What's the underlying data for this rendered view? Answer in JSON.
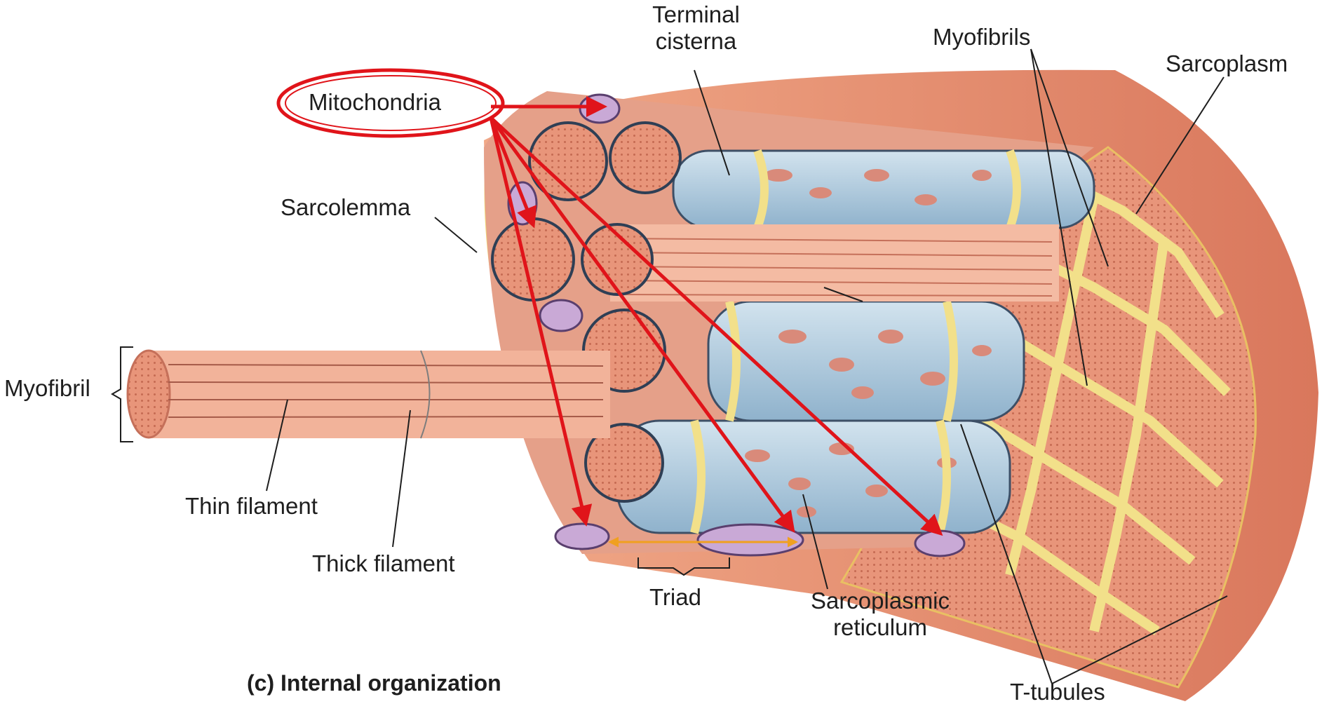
{
  "labels": {
    "terminal_cisterna": [
      "Terminal",
      "cisterna"
    ],
    "myofibrils": "Myofibrils",
    "sarcoplasm": "Sarcoplasm",
    "mitochondria": "Mitochondria",
    "sarcolemma": "Sarcolemma",
    "myofibril": "Myofibril",
    "thin_filament": "Thin filament",
    "thick_filament": "Thick filament",
    "triad": "Triad",
    "sarcoplasmic_reticulum": [
      "Sarcoplasmic",
      "reticulum"
    ],
    "t_tubules": "T-tubules",
    "caption": "(c) Internal organization"
  },
  "colors": {
    "muscle": "#e8957a",
    "muscle_light": "#f4b9a0",
    "reticulum_blue": "#b9d3e3",
    "t_tubule_yellow": "#f2e08a",
    "mitochondria_purple": "#c9a9d6",
    "annotation_red": "#e0141a",
    "triad_arrow_orange": "#f0a020"
  }
}
